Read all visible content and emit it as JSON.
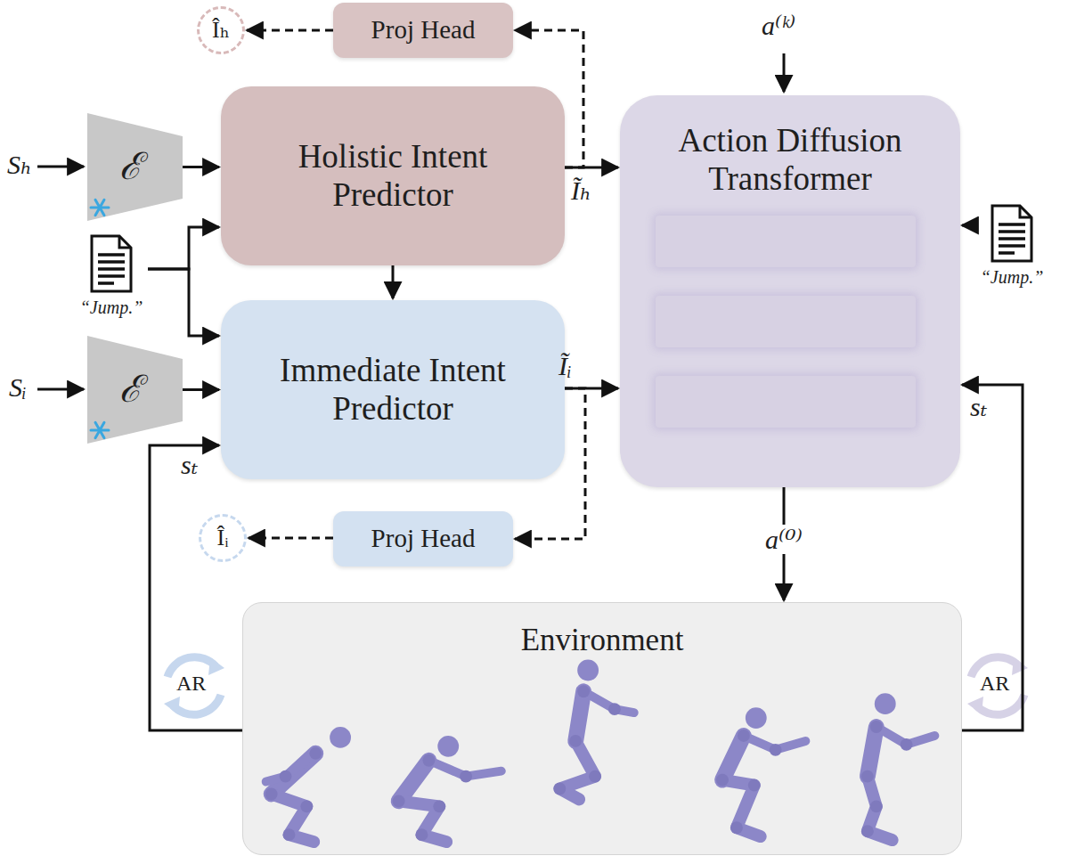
{
  "diagram": {
    "nodes": [
      {
        "text": [
          "Proj Head"
        ]
      },
      {
        "text": [
          "Îₕ"
        ]
      },
      {
        "text": [
          "ℰ"
        ]
      },
      {
        "text": [
          "Holistic Intent Predictor"
        ]
      },
      {
        "text": [
          "“Jump.”"
        ]
      },
      {
        "text": [
          "ℰ"
        ]
      },
      {
        "text": [
          "Immediate Intent Predictor"
        ]
      },
      {
        "text": [
          "Proj Head"
        ]
      },
      {
        "text": [
          "Îᵢ"
        ]
      },
      {
        "text": [
          "Action Diffusion Transformer"
        ]
      },
      {
        "text": [
          "“Jump.”"
        ]
      },
      {
        "text": [
          "Environment"
        ]
      }
    ],
    "edges": [
      {
        "from": 2,
        "to": 3,
        "arrow": "to"
      },
      {
        "from": 3,
        "to": 0,
        "arrow": "to"
      },
      {
        "from": 0,
        "to": 1,
        "arrow": "to"
      },
      {
        "from": 3,
        "to": 9,
        "arrow": "to",
        "label": "Ĩₕ"
      },
      {
        "from": 3,
        "to": 6,
        "arrow": "to"
      },
      {
        "from": 4,
        "to": 3,
        "arrow": "to"
      },
      {
        "from": 4,
        "to": 6,
        "arrow": "to"
      },
      {
        "from": 5,
        "to": 6,
        "arrow": "to"
      },
      {
        "from": 6,
        "to": 9,
        "arrow": "to",
        "label": "Ĩᵢ"
      },
      {
        "from": 6,
        "to": 7,
        "arrow": "to"
      },
      {
        "from": 7,
        "to": 8,
        "arrow": "to"
      },
      {
        "from": 10,
        "to": 9,
        "arrow": "to"
      },
      {
        "from": 9,
        "to": 11,
        "arrow": "to",
        "label": "a⁽⁰⁾"
      },
      {
        "from": 11,
        "to": 6,
        "arrow": "to",
        "label": "sₜ"
      },
      {
        "from": 11,
        "to": 9,
        "arrow": "to",
        "label": "sₜ"
      }
    ],
    "labels": [
      "Sₕ",
      "Sᵢ",
      "a⁽ᵏ⁾",
      "AR",
      "AR"
    ]
  }
}
